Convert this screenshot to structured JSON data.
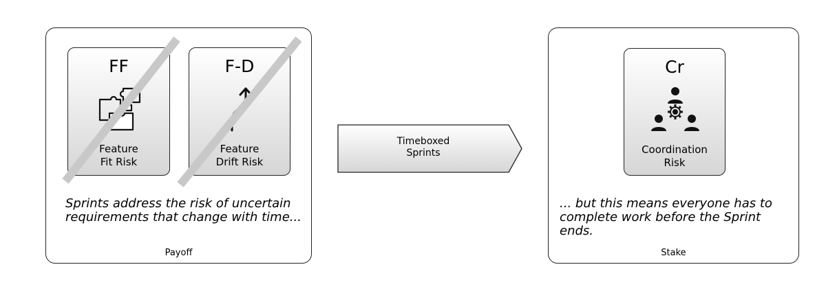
{
  "payoff": {
    "label": "Payoff",
    "caption": "Sprints address the risk of uncertain requirements that change with time...",
    "cards": [
      {
        "code": "FF",
        "label": "Feature\nFit Risk",
        "icon": "puzzle-icon",
        "crossed_out": true
      },
      {
        "code": "F-D",
        "label": "Feature\nDrift Risk",
        "icon": "drift-arrow-icon",
        "crossed_out": true
      }
    ]
  },
  "arrow": {
    "label": "Timeboxed\nSprints"
  },
  "stake": {
    "label": "Stake",
    "caption": "... but this means everyone has to complete work before the Sprint ends.",
    "cards": [
      {
        "code": "Cr",
        "label": "Coordination\nRisk",
        "icon": "coordination-icon",
        "crossed_out": false
      }
    ]
  },
  "colors": {
    "card_gradient_top": "#ffffff",
    "card_gradient_bottom": "#d6d6d6",
    "strike": "#c8c8c8",
    "outline": "#222222"
  }
}
